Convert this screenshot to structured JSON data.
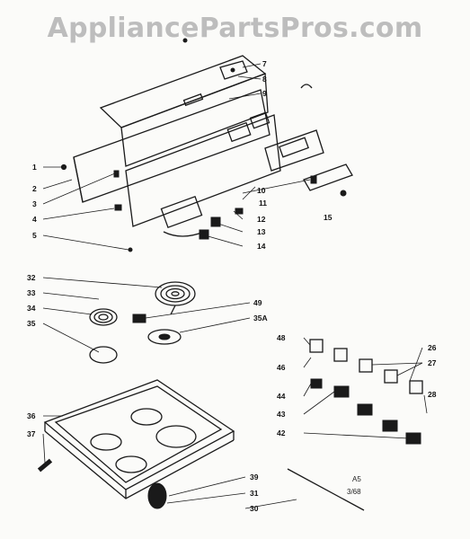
{
  "watermark": "AppliancePartsPros.com",
  "note": {
    "line1": "A5",
    "line2": "3/68"
  },
  "callouts": [
    {
      "id": "c1",
      "label": "1"
    },
    {
      "id": "c2",
      "label": "2"
    },
    {
      "id": "c3",
      "label": "3"
    },
    {
      "id": "c4",
      "label": "4"
    },
    {
      "id": "c5",
      "label": "5"
    },
    {
      "id": "c7",
      "label": "7"
    },
    {
      "id": "c8",
      "label": "8"
    },
    {
      "id": "c9",
      "label": "9"
    },
    {
      "id": "c10",
      "label": "10"
    },
    {
      "id": "c11",
      "label": "11"
    },
    {
      "id": "c12",
      "label": "12"
    },
    {
      "id": "c13",
      "label": "13"
    },
    {
      "id": "c14",
      "label": "14"
    },
    {
      "id": "c15",
      "label": "15"
    },
    {
      "id": "c32",
      "label": "32"
    },
    {
      "id": "c33",
      "label": "33"
    },
    {
      "id": "c34",
      "label": "34"
    },
    {
      "id": "c35",
      "label": "35"
    },
    {
      "id": "c35a",
      "label": "35A"
    },
    {
      "id": "c49",
      "label": "49"
    },
    {
      "id": "c48",
      "label": "48"
    },
    {
      "id": "c46",
      "label": "46"
    },
    {
      "id": "c44",
      "label": "44"
    },
    {
      "id": "c43",
      "label": "43"
    },
    {
      "id": "c42",
      "label": "42"
    },
    {
      "id": "c26",
      "label": "26"
    },
    {
      "id": "c27",
      "label": "27"
    },
    {
      "id": "c28",
      "label": "28"
    },
    {
      "id": "c36",
      "label": "36"
    },
    {
      "id": "c37",
      "label": "37"
    },
    {
      "id": "c39",
      "label": "39"
    },
    {
      "id": "c31",
      "label": "31"
    },
    {
      "id": "c30",
      "label": "30"
    }
  ]
}
